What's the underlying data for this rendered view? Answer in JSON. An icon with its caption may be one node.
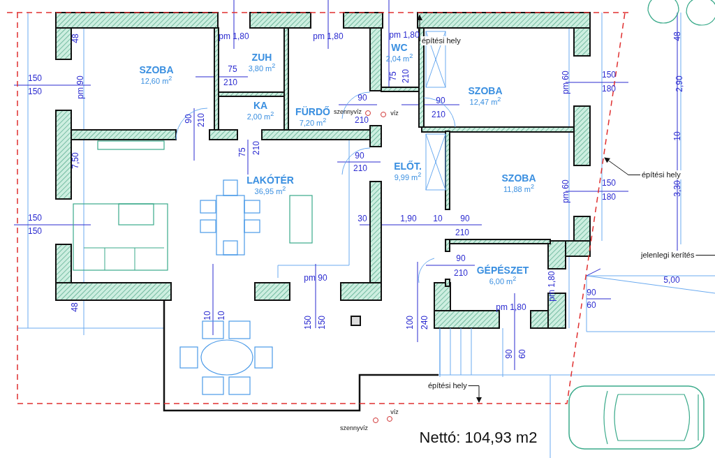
{
  "diagram": {
    "nodes": [
      {
        "text": [
          "SZOBA",
          "12,60 m$^{2}$"
        ]
      },
      {
        "text": [
          "ZUH",
          "3,80 m$^{2}$"
        ]
      },
      {
        "text": [
          "KA",
          "2,00 m$^{2}$"
        ]
      },
      {
        "text": [
          "FÜRDŐ",
          "7,20 m$^{2}$"
        ]
      },
      {
        "text": [
          "WC",
          "2,04 m$^{2}$"
        ]
      },
      {
        "text": [
          "SZOBA",
          "12,47 m$^{2}$"
        ]
      },
      {
        "text": [
          "LAKÓTÉR",
          "36,95 m$^{2}$"
        ]
      },
      {
        "text": [
          "ELŐT.",
          "9,99 m$^{2}$"
        ]
      },
      {
        "text": [
          "SZOBA",
          "11,88 m$^{2}$"
        ]
      },
      {
        "text": [
          "GÉPÉSZET",
          "6,00 m$^{2}$"
        ]
      },
      {
        "text": [
          "építési hely"
        ]
      },
      {
        "text": [
          "építési hely"
        ]
      },
      {
        "text": [
          "jelenlegi kerítés"
        ]
      },
      {
        "text": [
          "építési hely"
        ]
      }
    ],
    "edges": [
      {
        "from": 10,
        "to": null,
        "arrow": "to"
      },
      {
        "from": 11,
        "to": null,
        "arrow": "to"
      },
      {
        "from": 12,
        "to": null,
        "arrow": "none"
      },
      {
        "from": 13,
        "to": null,
        "arrow": "to"
      }
    ],
    "labels": [
      "48",
      "pm 1,80",
      "pm 1,80",
      "pm 1,80",
      "48",
      "150",
      "150",
      "pm 90",
      "75",
      "210",
      "90",
      "210",
      "75",
      "210",
      "szennyvíz",
      "90",
      "210",
      "víz",
      "90",
      "210",
      "pm 60",
      "150",
      "180",
      "2,90",
      "10",
      "7,50",
      "75",
      "210",
      "90",
      "210",
      "pm 60",
      "150",
      "180",
      "3,30",
      "150",
      "150",
      "30",
      "1,90",
      "10",
      "90",
      "210",
      "90",
      "210",
      "pm 90",
      "5,00",
      "48",
      "pm 1,80",
      "pm 1,80",
      "90",
      "60",
      "10",
      "10",
      "150",
      "150",
      "100",
      "240",
      "90",
      "60",
      "víz",
      "szennyvíz",
      "Nettó: 104,93 m2"
    ]
  }
}
